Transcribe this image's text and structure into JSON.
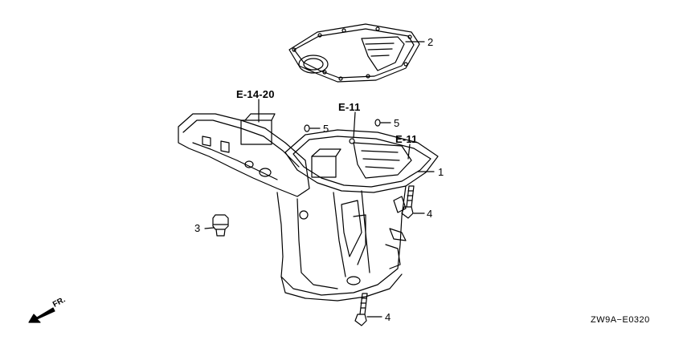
{
  "references": {
    "e14_20": "E-14-20",
    "e11_top": "E-11",
    "e11_right": "E-11"
  },
  "callouts": {
    "part1": "1",
    "part2": "2",
    "part3": "3",
    "part4_upper": "4",
    "part4_lower": "4",
    "part5_left": "5",
    "part5_right": "5"
  },
  "direction": {
    "label": "FR."
  },
  "diagram_code": "ZW9A−E0320",
  "colors": {
    "line": "#000000",
    "background": "#ffffff"
  }
}
